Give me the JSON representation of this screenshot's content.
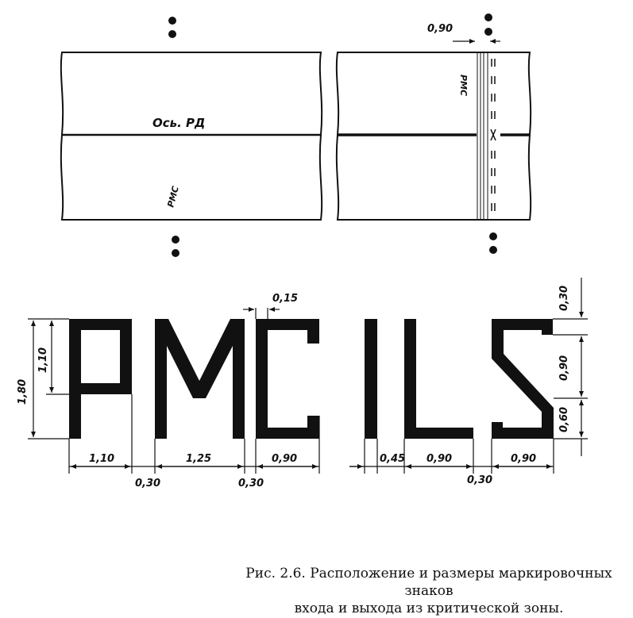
{
  "plan": {
    "axis_label": "Ось. РД",
    "left_marking": "РМС",
    "right_marking": "РМС",
    "spacing_label": "0,90"
  },
  "letters": {
    "word1": "РМС",
    "word2": "ILS"
  },
  "dimensions": {
    "stroke_width": "0,15",
    "total_height": "1,80",
    "upper_height": "1,10",
    "p_width": "1,10",
    "m_width": "1,25",
    "c_width": "0,90",
    "gap_1": "0,30",
    "gap_2": "0,30",
    "i_width": "0,45",
    "l_width": "0,90",
    "s_width": "0,90",
    "gap_3": "0,30",
    "s_top": "0,30",
    "s_middle": "0,90",
    "s_bottom": "0,60"
  },
  "caption": {
    "line1": "Рис. 2.6. Расположение и размеры маркировочных знаков",
    "line2": "входа и выхода из критической зоны."
  }
}
